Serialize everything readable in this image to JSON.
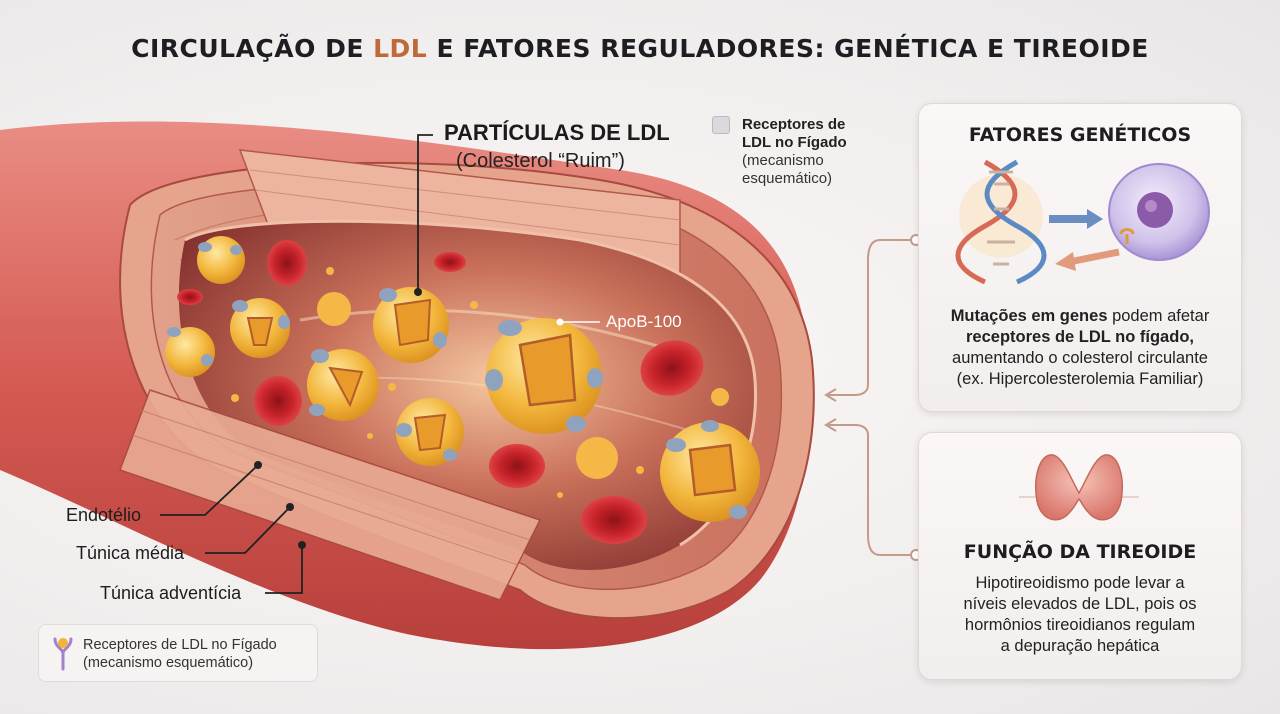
{
  "title": {
    "part1": "CIRCULAÇÃO DE ",
    "highlight": "LDL",
    "part2": " E FATORES REGULADORES: GENÉTICA E TIREOIDE"
  },
  "colors": {
    "accent": "#c0683a",
    "arrow": "#c49a8a",
    "ldl_particle": "#f2b53a",
    "red_cell": "#c8232a",
    "vessel_wall": "#d9786a"
  },
  "particles_label": {
    "title": "PARTÍCULAS DE LDL",
    "subtitle": "(Colesterol “Ruim”)"
  },
  "apob_label": "ApoB-100",
  "small_legend": {
    "bold1": "Receptores de",
    "bold2": "LDL no Fígado",
    "line3": "(mecanismo",
    "line4": "esquemático)"
  },
  "layer_labels": {
    "endothelium": "Endotélio",
    "media": "Túnica média",
    "adventitia": "Túnica adventícia"
  },
  "legend_box": {
    "icon": "receptor-y-icon",
    "line1": "Receptores de LDL no Fígado",
    "line2": "(mecanismo esquemático)"
  },
  "genetics_card": {
    "title": "FATORES GENÉTICOS",
    "icons": [
      "dna-icon",
      "liver-cell-icon"
    ],
    "text_bold1": "Mutações em genes",
    "text1": " podem afetar",
    "text_bold2": "receptores de LDL no fígado,",
    "text3": "aumentando o colesterol circulante",
    "text4": "(ex. Hipercolesterolemia Familiar)"
  },
  "thyroid_card": {
    "title": "FUNÇÃO DA TIREOIDE",
    "icon": "thyroid-icon",
    "line1": "Hipotireoidismo pode levar a",
    "line2": "níveis elevados de LDL, pois os",
    "line3": "hormônios tireoidianos regulam",
    "line4": "a depuração hepática"
  }
}
